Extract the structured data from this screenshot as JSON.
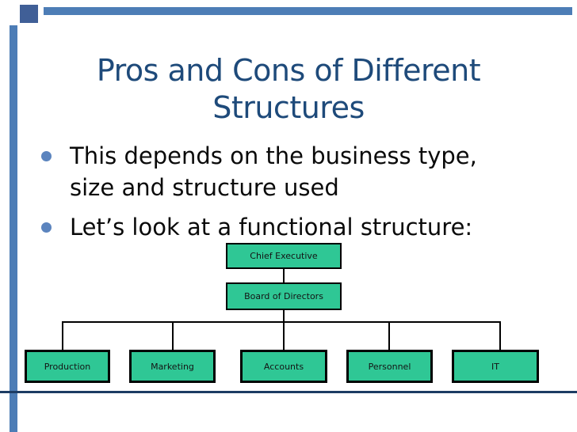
{
  "slide": {
    "title": {
      "line1": "Pros and Cons of Different",
      "line2": "Structures"
    },
    "bullets": [
      {
        "lines": [
          "This depends on the business type,",
          "size and structure used"
        ]
      },
      {
        "lines": [
          "Let’s look at a functional structure:"
        ]
      }
    ],
    "org_chart": {
      "root": {
        "label": "Chief Executive"
      },
      "level2": {
        "label": "Board of Directors"
      },
      "departments": [
        {
          "label": "Production"
        },
        {
          "label": "Marketing"
        },
        {
          "label": "Accounts"
        },
        {
          "label": "Personnel"
        },
        {
          "label": "IT"
        }
      ]
    },
    "colors": {
      "accent_bar": "#4D7DB6",
      "accent_square": "#405F97",
      "title_text": "#1E4A7A",
      "body_text": "#0A0A0A",
      "bullet_dot": "#5B84BE",
      "node_fill": "#2FC795",
      "node_border": "#000000",
      "connector": "#000000",
      "bottom_rule": "#1C3C63"
    }
  }
}
